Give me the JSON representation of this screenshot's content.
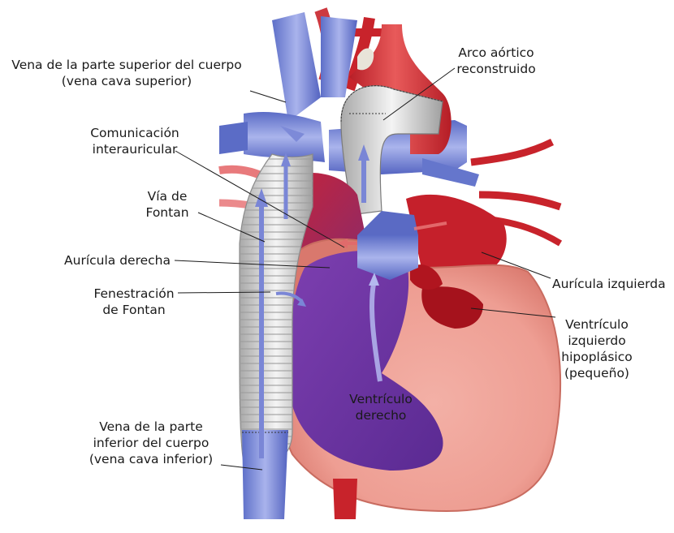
{
  "labels": {
    "svc": "Vena de la parte superior del cuerpo\n(vena cava superior)",
    "aortic_arch": "Arco aórtico\nreconstruido",
    "asd": "Comunicación\ninterauricular",
    "fontan": "Vía de\nFontan",
    "ra": "Aurícula derecha",
    "fenestration": "Fenestración\nde Fontan",
    "la": "Aurícula izquierda",
    "lv": "Ventrículo\nizquierdo\nhipoplásico\n(pequeño)",
    "rv": "Ventrículo\nderecho",
    "ivc": "Vena de la parte\ninferior del cuerpo\n(vena cava inferior)"
  }
}
